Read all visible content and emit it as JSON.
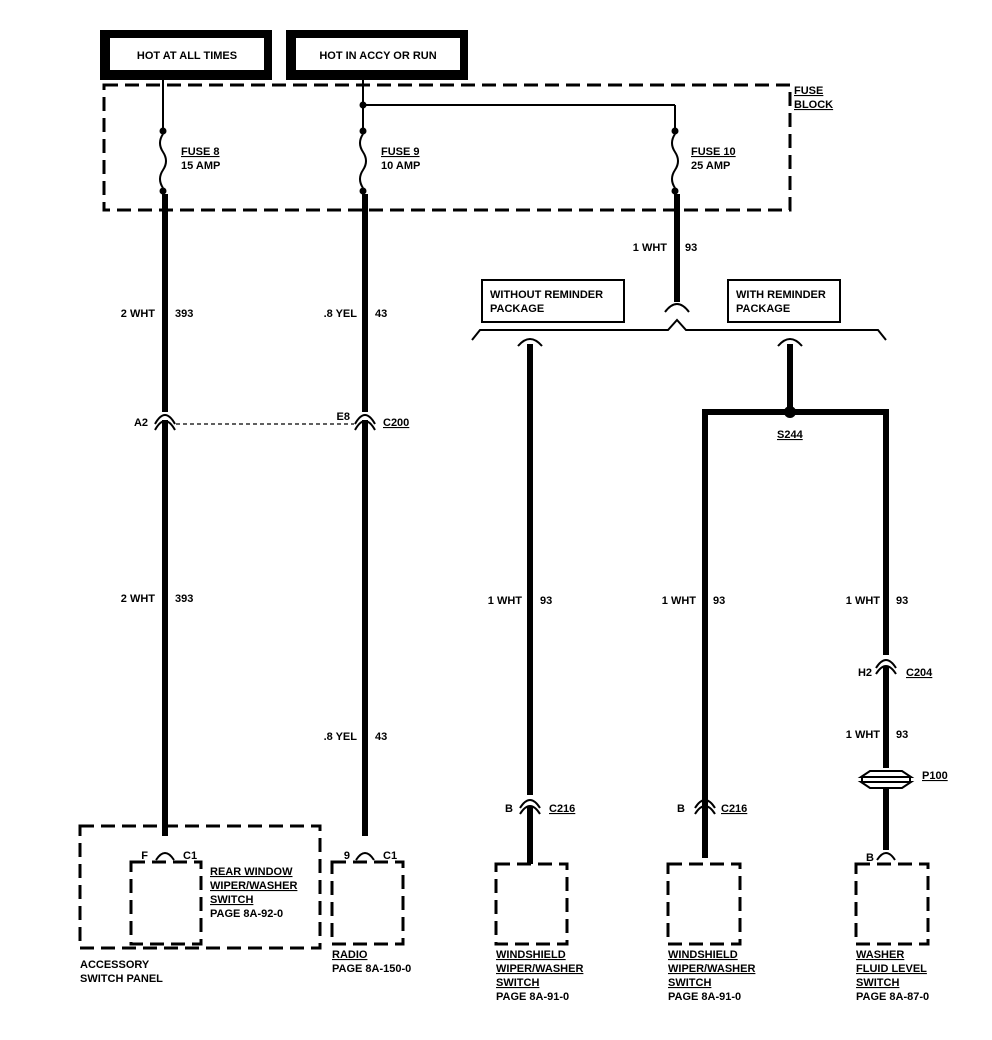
{
  "headers": {
    "hot_at_all_times": "HOT AT ALL TIMES",
    "hot_in_accy_or_run": "HOT IN ACCY OR RUN"
  },
  "fuse_block": {
    "line1": "FUSE",
    "line2": "BLOCK"
  },
  "fuses": [
    {
      "name": "FUSE 8",
      "rating": "15 AMP"
    },
    {
      "name": "FUSE 9",
      "rating": "10 AMP"
    },
    {
      "name": "FUSE 10",
      "rating": "25 AMP"
    }
  ],
  "wires": {
    "w393_upper": {
      "gauge": "2 WHT",
      "circuit": "393"
    },
    "w43_upper": {
      "gauge": ".8 YEL",
      "circuit": "43"
    },
    "w93_fuse10": {
      "gauge": "1 WHT",
      "circuit": "93"
    },
    "w393_lower": {
      "gauge": "2 WHT",
      "circuit": "393"
    },
    "w43_lower": {
      "gauge": ".8 YEL",
      "circuit": "43"
    },
    "w93_a": {
      "gauge": "1 WHT",
      "circuit": "93"
    },
    "w93_b": {
      "gauge": "1 WHT",
      "circuit": "93"
    },
    "w93_c": {
      "gauge": "1 WHT",
      "circuit": "93"
    },
    "w93_d": {
      "gauge": "1 WHT",
      "circuit": "93"
    }
  },
  "options": {
    "without": {
      "line1": "WITHOUT REMINDER",
      "line2": "PACKAGE"
    },
    "with": {
      "line1": "WITH REMINDER",
      "line2": "PACKAGE"
    }
  },
  "connectors": {
    "c200": {
      "pin_left": "A2",
      "pin_right": "E8",
      "name": "C200"
    },
    "c204": {
      "pin": "H2",
      "name": "C204"
    },
    "c216_a": {
      "pin": "B",
      "name": "C216"
    },
    "c216_b": {
      "pin": "B",
      "name": "C216"
    },
    "p100": {
      "name": "P100"
    },
    "c1_rear": {
      "pin": "F",
      "name": "C1"
    },
    "c1_radio": {
      "pin": "9",
      "name": "C1"
    },
    "washer_pin": {
      "pin": "B"
    }
  },
  "splice": {
    "name": "S244"
  },
  "components": {
    "rear_window": {
      "l1": "REAR WINDOW",
      "l2": "WIPER/WASHER",
      "l3": "SWITCH",
      "page": "PAGE 8A-92-0"
    },
    "accessory_panel": {
      "l1": "ACCESSORY",
      "l2": "SWITCH PANEL"
    },
    "radio": {
      "name": "RADIO",
      "page": "PAGE 8A-150-0"
    },
    "windshield_a": {
      "l1": "WINDSHIELD",
      "l2": "WIPER/WASHER",
      "l3": "SWITCH",
      "page": "PAGE 8A-91-0"
    },
    "windshield_b": {
      "l1": "WINDSHIELD",
      "l2": "WIPER/WASHER",
      "l3": "SWITCH",
      "page": "PAGE 8A-91-0"
    },
    "washer_fluid": {
      "l1": "WASHER",
      "l2": "FLUID LEVEL",
      "l3": "SWITCH",
      "page": "PAGE 8A-87-0"
    }
  }
}
